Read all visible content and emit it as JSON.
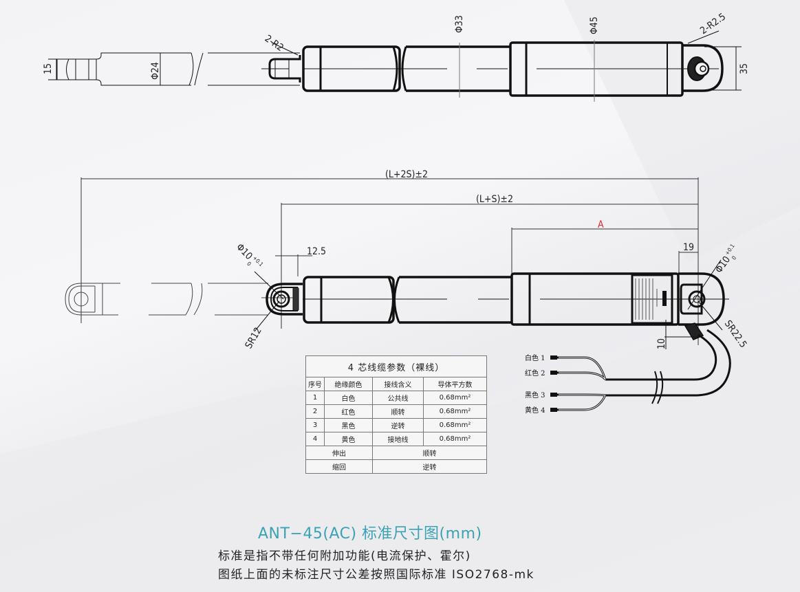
{
  "top_view": {
    "dimensions": {
      "rod_width": "15",
      "rod_diameter": "Φ24",
      "fillet_left": "2-R2",
      "inner_tube_diameter": "Φ33",
      "outer_tube_diameter": "Φ45",
      "fillet_right": "2-R2.5",
      "clevis_width": "35"
    }
  },
  "side_view": {
    "dimensions": {
      "full_stroke_length": "(L+2S)±2",
      "retracted_length": "(L+S)±2",
      "body_length": "A",
      "left_hole": "Φ10",
      "left_hole_tol_upper": "+0.1",
      "left_hole_tol_lower": "0",
      "left_offset": "12.5",
      "left_radius": "SR12",
      "right_offset": "19",
      "right_hole": "Φ10",
      "right_hole_tol_upper": "+0.1",
      "right_hole_tol_lower": "0",
      "right_radius": "SR22.5",
      "cable_offset": "10"
    },
    "accent_color": "#e0262a"
  },
  "wires": [
    {
      "label": "白色 1"
    },
    {
      "label": "红色 2"
    },
    {
      "label": "黑色 3"
    },
    {
      "label": "黄色 4"
    }
  ],
  "cable_table": {
    "title": "4 芯线缆参数（裸线）",
    "headers": [
      "序号",
      "绝缘颜色",
      "接线含义",
      "导体平方数"
    ],
    "rows": [
      {
        "no": "1",
        "color": "白色",
        "meaning": "公共线",
        "area": "0.68mm²"
      },
      {
        "no": "2",
        "color": "红色",
        "meaning": "顺转",
        "area": "0.68mm²"
      },
      {
        "no": "3",
        "color": "黑色",
        "meaning": "逆转",
        "area": "0.68mm²"
      },
      {
        "no": "4",
        "color": "黄色",
        "meaning": "接地线",
        "area": "0.68mm²"
      }
    ],
    "motion": [
      {
        "action": "伸出",
        "direction": "顺转"
      },
      {
        "action": "缩回",
        "direction": "逆转"
      }
    ]
  },
  "caption": {
    "title": "ANT−45(AC) 标准尺寸图(mm)",
    "line1": "标准是指不带任何附加功能(电流保护、霍尔)",
    "line2": "图纸上面的未标注尺寸公差按照国际标准 ISO2768-mk",
    "title_color": "#3aa2b4"
  }
}
